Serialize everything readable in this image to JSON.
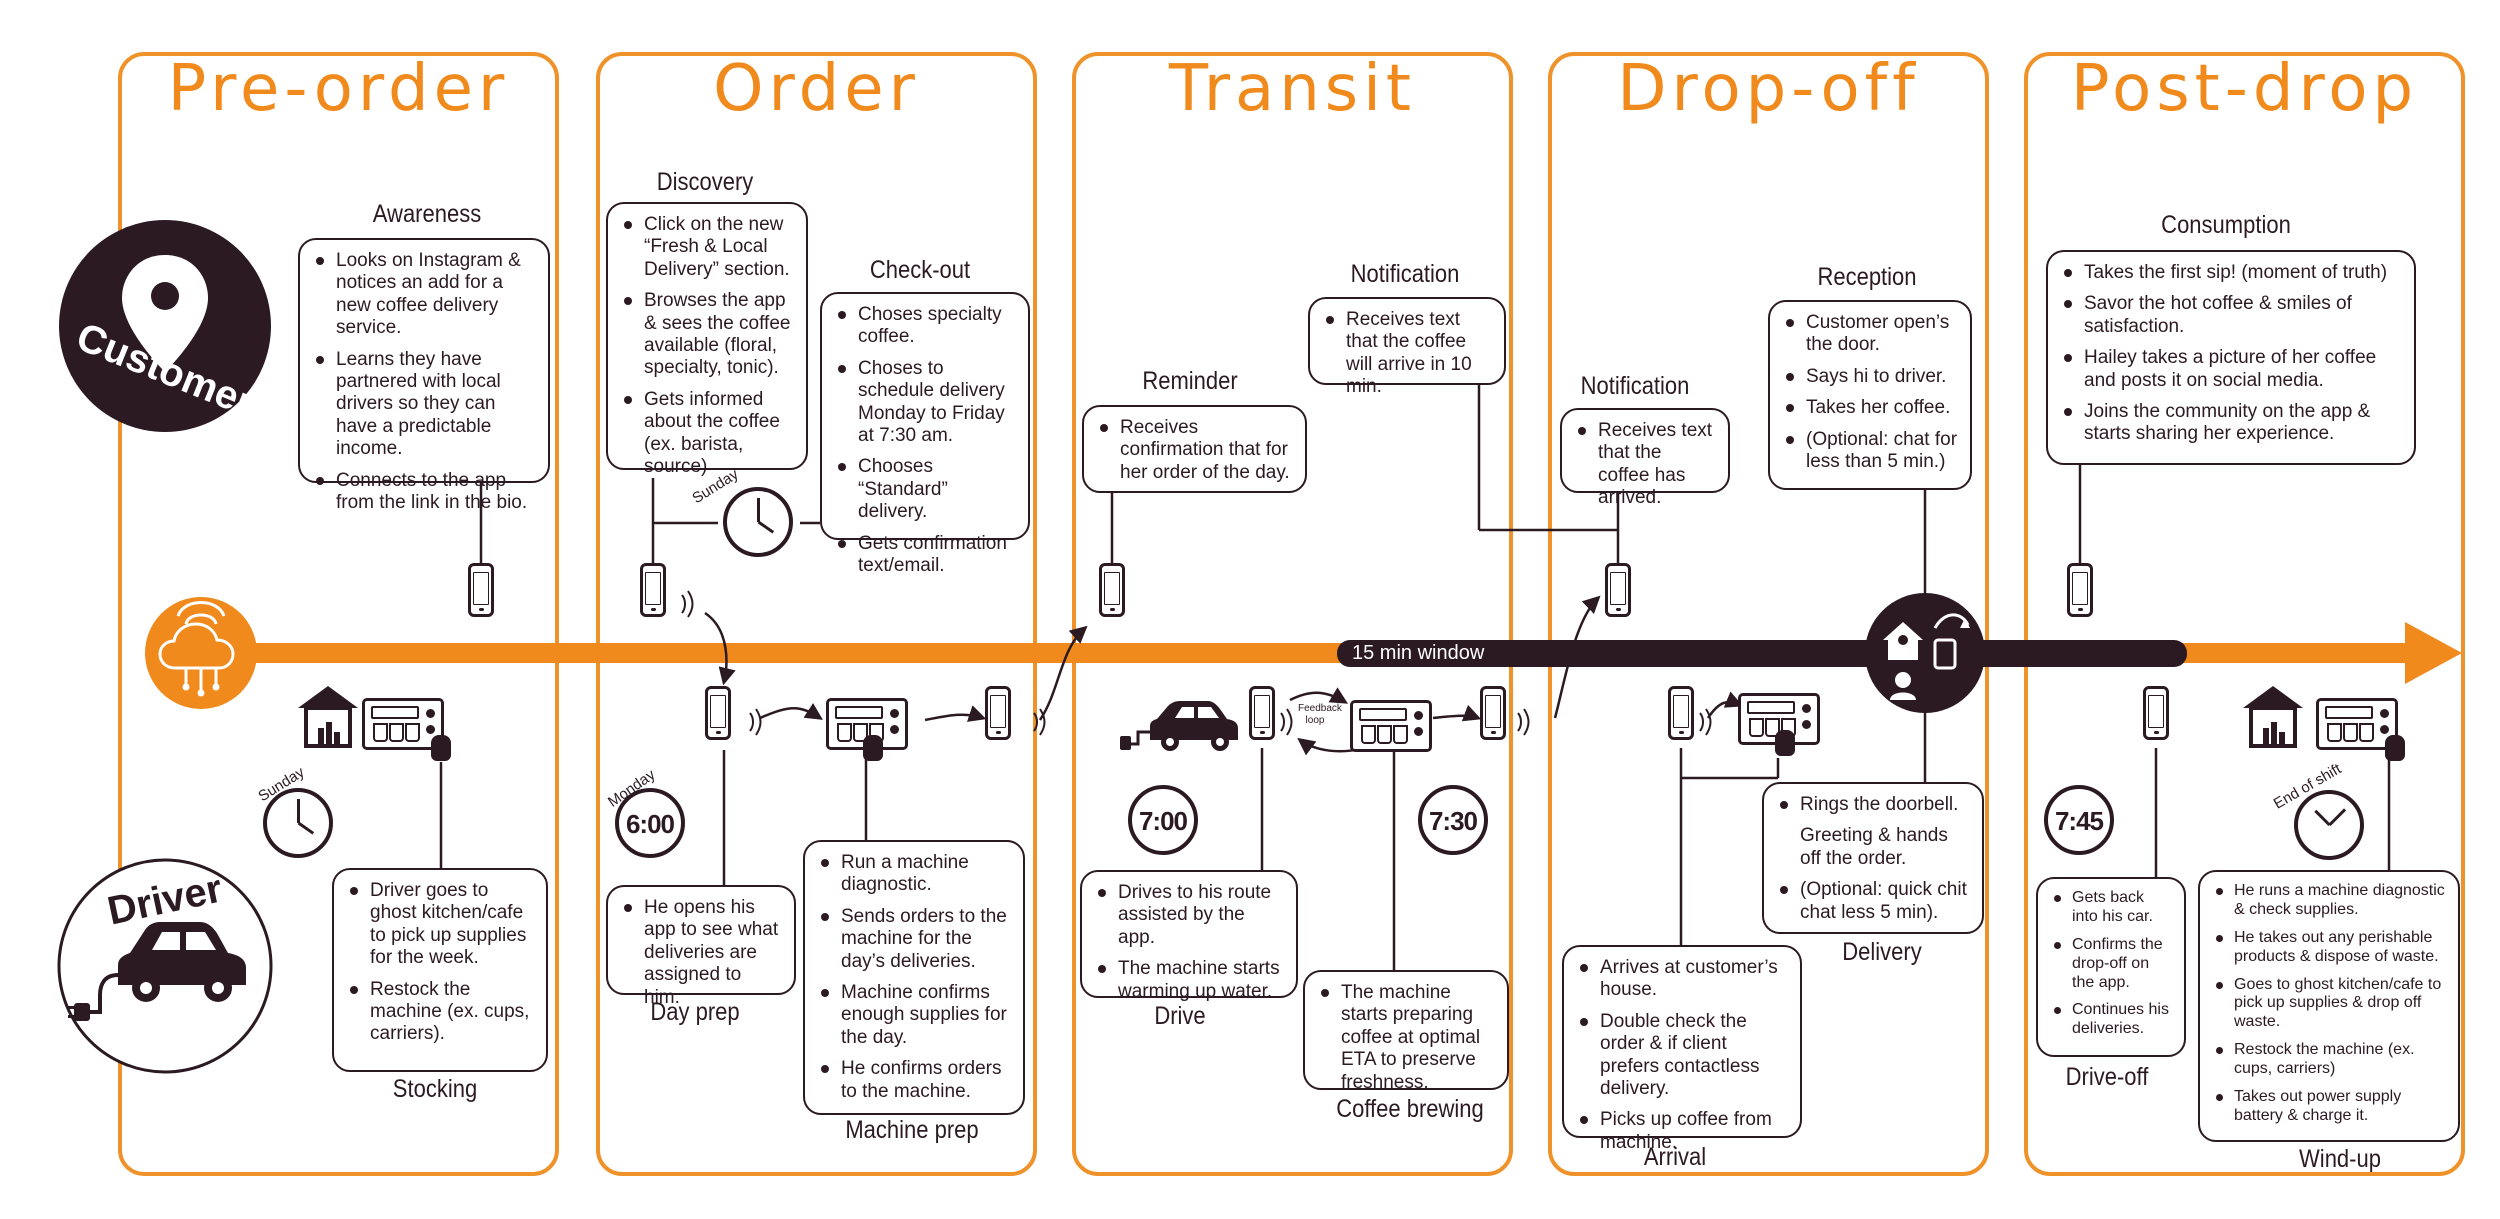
{
  "phases": [
    "Pre-order",
    "Order",
    "Transit",
    "Drop-off",
    "Post-drop"
  ],
  "actors": {
    "customer": "Customer",
    "driver": "Driver"
  },
  "timeline": {
    "window_label": "15 min window"
  },
  "colors": {
    "accent": "#f08a1c",
    "dark": "#2c1a22",
    "border": "#f0922a"
  },
  "icons": [
    "location-pin-icon",
    "cloud-network-icon",
    "car-icon",
    "home-customer-icon",
    "phone-icon",
    "clock-icon",
    "coffee-machine-icon",
    "ghost-kitchen-icon"
  ],
  "labels": {
    "awareness": "Awareness",
    "discovery": "Discovery",
    "checkout": "Check-out",
    "reminder": "Reminder",
    "notification_transit": "Notification",
    "notification_drop": "Notification",
    "reception": "Reception",
    "consumption": "Consumption",
    "stocking": "Stocking",
    "day_prep": "Day prep",
    "machine_prep": "Machine prep",
    "drive": "Drive",
    "coffee_brewing": "Coffee brewing",
    "arrival": "Arrival",
    "delivery": "Delivery",
    "drive_off": "Drive-off",
    "wind_up": "Wind-up",
    "feedback_loop_1": "Feedback",
    "feedback_loop_2": "loop"
  },
  "clocks": {
    "sunday_1": "Sunday",
    "sunday_2": "Sunday",
    "monday": "Monday",
    "end_of_shift": "End of shift",
    "t600": "6:00",
    "t700": "7:00",
    "t730": "7:30",
    "t745": "7:45"
  },
  "boxes": {
    "awareness": [
      "Looks on Instagram & notices an add for a new coffee delivery service.",
      "Learns they have partnered with local drivers so they can have a predictable income.",
      "Connects to the app from the link in the bio."
    ],
    "discovery": [
      "Click on the new “Fresh & Local Delivery” section.",
      "Browses the app & sees the coffee available (floral, specialty, tonic).",
      "Gets informed about the coffee (ex. barista, source)"
    ],
    "checkout": [
      "Choses specialty coffee.",
      "Choses to schedule delivery Monday to Friday at 7:30 am.",
      "Chooses “Standard” delivery.",
      "Gets confirmation text/email."
    ],
    "reminder": [
      "Receives confirmation that for her order of the day."
    ],
    "notification_transit": [
      "Receives text that the coffee will arrive in 10 min."
    ],
    "notification_drop": [
      "Receives text that the coffee has arrived."
    ],
    "reception": [
      "Customer open’s the door.",
      "Says hi to driver.",
      "Takes her coffee.",
      "(Optional: chat for less than 5 min.)"
    ],
    "consumption": [
      "Takes the first sip! (moment of truth)",
      "Savor the hot coffee & smiles of satisfaction.",
      "Hailey takes a picture of her coffee and posts it on social media.",
      "Joins the community on the app & starts sharing her experience."
    ],
    "stocking": [
      "Driver goes to ghost kitchen/cafe to pick up supplies for the week.",
      "Restock the machine (ex. cups, carriers)."
    ],
    "day_prep": [
      "He opens his app to see what deliveries are assigned to him."
    ],
    "machine_prep": [
      "Run a machine diagnostic.",
      "Sends orders to the machine for the day’s deliveries.",
      "Machine confirms enough supplies for the day.",
      "He confirms orders to the machine."
    ],
    "drive": [
      "Drives to his route assisted by the app.",
      "The machine starts warming up water."
    ],
    "coffee_brewing": [
      "The machine starts preparing coffee at optimal ETA to preserve freshness."
    ],
    "delivery": [
      "Rings the doorbell.",
      "Greeting & hands off the order.",
      "(Optional: quick chit chat less 5 min)."
    ],
    "arrival": [
      "Arrives at customer’s house.",
      "Double check the order & if client prefers contactless delivery.",
      "Picks up coffee from machine."
    ],
    "drive_off": [
      "Gets back into his car.",
      "Confirms the drop-off on the app.",
      "Continues his deliveries."
    ],
    "wind_up": [
      "He runs a machine diagnostic & check supplies.",
      "He takes out any perishable products & dispose of waste.",
      "Goes to ghost kitchen/cafe to pick up supplies & drop off waste.",
      "Restock the machine (ex. cups, carriers)",
      "Takes out power supply battery & charge it."
    ]
  }
}
